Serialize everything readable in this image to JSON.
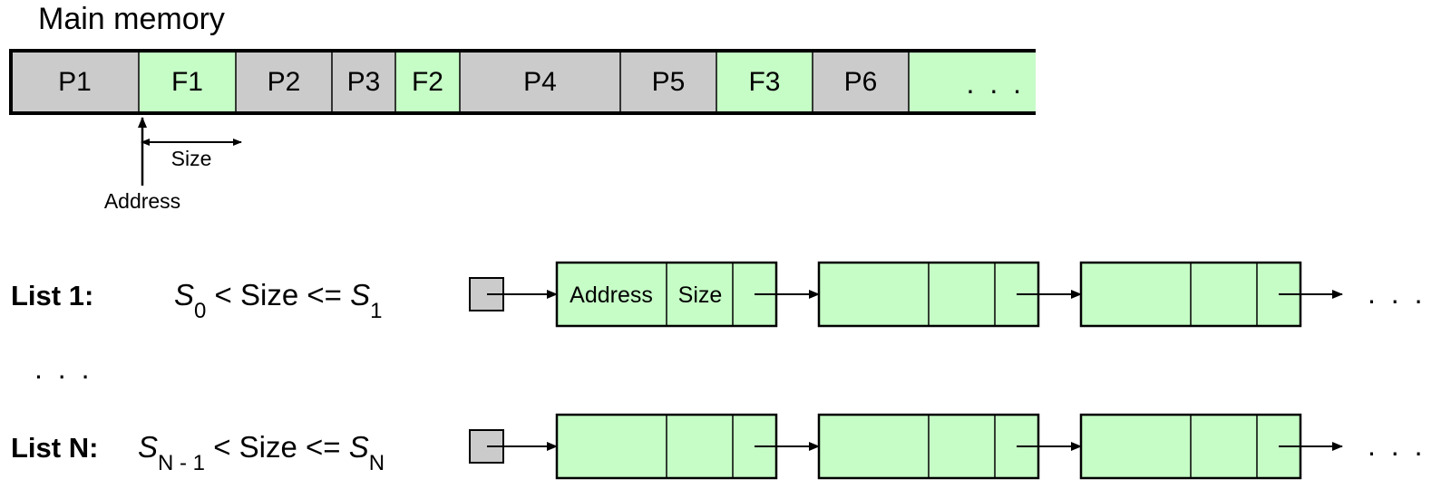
{
  "title": "Main memory",
  "colors": {
    "process": "#cbcbcb",
    "free": "#c6fcc6",
    "stroke": "#000000"
  },
  "memory": {
    "segments": [
      {
        "label": "P1",
        "kind": "process"
      },
      {
        "label": "F1",
        "kind": "free"
      },
      {
        "label": "P2",
        "kind": "process"
      },
      {
        "label": "P3",
        "kind": "process"
      },
      {
        "label": "F2",
        "kind": "free"
      },
      {
        "label": "P4",
        "kind": "process"
      },
      {
        "label": "P5",
        "kind": "process"
      },
      {
        "label": "F3",
        "kind": "free"
      },
      {
        "label": "P6",
        "kind": "process"
      },
      {
        "label": ". . .",
        "kind": "free"
      }
    ],
    "size_label": "Size",
    "address_label": "Address"
  },
  "lists": [
    {
      "label": "List 1:",
      "condition": {
        "lo_var": "S",
        "lo_sub": "0",
        "middle": " < Size <= ",
        "hi_var": "S",
        "hi_sub": "1"
      },
      "first_node": {
        "address": "Address",
        "size": "Size"
      },
      "trailing": ". . ."
    },
    {
      "label": "List N:",
      "condition": {
        "lo_var": "S",
        "lo_sub": "N - 1",
        "middle": " < Size <= ",
        "hi_var": "S",
        "hi_sub": "N"
      },
      "first_node": {
        "address": "",
        "size": ""
      },
      "trailing": ". . ."
    }
  ],
  "between_lists": ". . ."
}
